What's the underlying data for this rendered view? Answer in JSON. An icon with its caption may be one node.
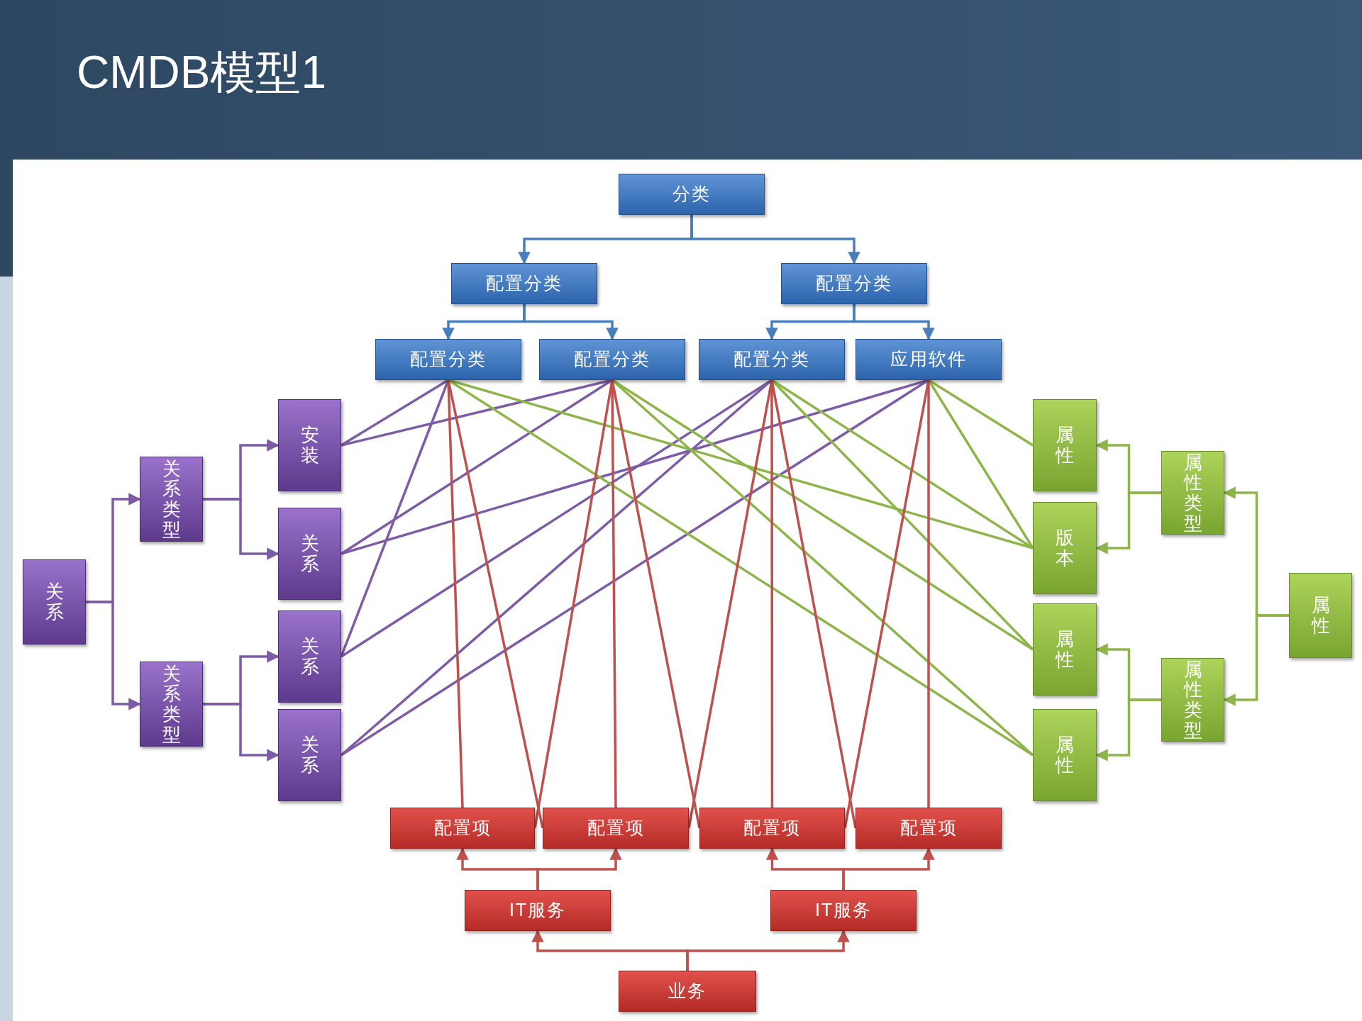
{
  "diagram": {
    "title": "CMDB模型1",
    "nodes": [
      {
        "text": [
          "分类"
        ]
      },
      {
        "text": [
          "配置分类"
        ]
      },
      {
        "text": [
          "配置分类"
        ]
      },
      {
        "text": [
          "配置分类"
        ]
      },
      {
        "text": [
          "配置分类"
        ]
      },
      {
        "text": [
          "配置分类"
        ]
      },
      {
        "text": [
          "应用软件"
        ]
      },
      {
        "text": [
          "关系"
        ]
      },
      {
        "text": [
          "关系类型"
        ]
      },
      {
        "text": [
          "关系类型"
        ]
      },
      {
        "text": [
          "安装"
        ]
      },
      {
        "text": [
          "关系"
        ]
      },
      {
        "text": [
          "关系"
        ]
      },
      {
        "text": [
          "关系"
        ]
      },
      {
        "text": [
          "属性"
        ]
      },
      {
        "text": [
          "版本"
        ]
      },
      {
        "text": [
          "属性"
        ]
      },
      {
        "text": [
          "属性"
        ]
      },
      {
        "text": [
          "属性类型"
        ]
      },
      {
        "text": [
          "属性类型"
        ]
      },
      {
        "text": [
          "属性"
        ]
      },
      {
        "text": [
          "配置项"
        ]
      },
      {
        "text": [
          "配置项"
        ]
      },
      {
        "text": [
          "配置项"
        ]
      },
      {
        "text": [
          "配置项"
        ]
      },
      {
        "text": [
          "IT服务"
        ]
      },
      {
        "text": [
          "IT服务"
        ]
      },
      {
        "text": [
          "业务"
        ]
      }
    ],
    "edges": [
      {
        "from": 0,
        "to": 1,
        "arrow": "to",
        "color": "#4a7ebb"
      },
      {
        "from": 0,
        "to": 2,
        "arrow": "to",
        "color": "#4a7ebb"
      },
      {
        "from": 1,
        "to": 3,
        "arrow": "to",
        "color": "#4a7ebb"
      },
      {
        "from": 1,
        "to": 4,
        "arrow": "to",
        "color": "#4a7ebb"
      },
      {
        "from": 2,
        "to": 5,
        "arrow": "to",
        "color": "#4a7ebb"
      },
      {
        "from": 2,
        "to": 6,
        "arrow": "to",
        "color": "#4a7ebb"
      },
      {
        "from": 7,
        "to": 8,
        "arrow": "to",
        "color": "#7d5ba6"
      },
      {
        "from": 7,
        "to": 9,
        "arrow": "to",
        "color": "#7d5ba6"
      },
      {
        "from": 8,
        "to": 10,
        "arrow": "to",
        "color": "#7d5ba6"
      },
      {
        "from": 8,
        "to": 11,
        "arrow": "to",
        "color": "#7d5ba6"
      },
      {
        "from": 9,
        "to": 12,
        "arrow": "to",
        "color": "#7d5ba6"
      },
      {
        "from": 9,
        "to": 13,
        "arrow": "to",
        "color": "#7d5ba6"
      },
      {
        "from": 20,
        "to": 18,
        "arrow": "to",
        "color": "#8db54a"
      },
      {
        "from": 20,
        "to": 19,
        "arrow": "to",
        "color": "#8db54a"
      },
      {
        "from": 18,
        "to": 14,
        "arrow": "to",
        "color": "#8db54a"
      },
      {
        "from": 18,
        "to": 15,
        "arrow": "to",
        "color": "#8db54a"
      },
      {
        "from": 19,
        "to": 16,
        "arrow": "to",
        "color": "#8db54a"
      },
      {
        "from": 19,
        "to": 17,
        "arrow": "to",
        "color": "#8db54a"
      },
      {
        "from": 27,
        "to": 25,
        "arrow": "to",
        "color": "#c0504d"
      },
      {
        "from": 27,
        "to": 26,
        "arrow": "to",
        "color": "#c0504d"
      },
      {
        "from": 25,
        "to": 21,
        "arrow": "to",
        "color": "#c0504d"
      },
      {
        "from": 25,
        "to": 22,
        "arrow": "to",
        "color": "#c0504d"
      },
      {
        "from": 26,
        "to": 23,
        "arrow": "to",
        "color": "#c0504d"
      },
      {
        "from": 26,
        "to": 24,
        "arrow": "to",
        "color": "#c0504d"
      },
      {
        "from": 3,
        "to": 10,
        "arrow": "none",
        "color": "#7d5ba6"
      },
      {
        "from": 4,
        "to": 10,
        "arrow": "none",
        "color": "#7d5ba6"
      },
      {
        "from": 4,
        "to": 11,
        "arrow": "none",
        "color": "#7d5ba6"
      },
      {
        "from": 6,
        "to": 11,
        "arrow": "none",
        "color": "#7d5ba6"
      },
      {
        "from": 3,
        "to": 12,
        "arrow": "none",
        "color": "#7d5ba6"
      },
      {
        "from": 5,
        "to": 12,
        "arrow": "none",
        "color": "#7d5ba6"
      },
      {
        "from": 5,
        "to": 13,
        "arrow": "none",
        "color": "#7d5ba6"
      },
      {
        "from": 6,
        "to": 13,
        "arrow": "none",
        "color": "#7d5ba6"
      },
      {
        "from": 6,
        "to": 14,
        "arrow": "none",
        "color": "#8db54a"
      },
      {
        "from": 3,
        "to": 15,
        "arrow": "none",
        "color": "#8db54a"
      },
      {
        "from": 5,
        "to": 15,
        "arrow": "none",
        "color": "#8db54a"
      },
      {
        "from": 6,
        "to": 15,
        "arrow": "none",
        "color": "#8db54a"
      },
      {
        "from": 4,
        "to": 16,
        "arrow": "none",
        "color": "#8db54a"
      },
      {
        "from": 5,
        "to": 16,
        "arrow": "none",
        "color": "#8db54a"
      },
      {
        "from": 3,
        "to": 17,
        "arrow": "none",
        "color": "#8db54a"
      },
      {
        "from": 4,
        "to": 17,
        "arrow": "none",
        "color": "#8db54a"
      },
      {
        "from": 3,
        "to": 21,
        "arrow": "none",
        "color": "#c0504d"
      },
      {
        "from": 3,
        "to": 22,
        "arrow": "none",
        "color": "#c0504d"
      },
      {
        "from": 4,
        "to": 21,
        "arrow": "none",
        "color": "#c0504d"
      },
      {
        "from": 4,
        "to": 22,
        "arrow": "none",
        "color": "#c0504d"
      },
      {
        "from": 4,
        "to": 23,
        "arrow": "none",
        "color": "#c0504d"
      },
      {
        "from": 5,
        "to": 22,
        "arrow": "none",
        "color": "#c0504d"
      },
      {
        "from": 5,
        "to": 23,
        "arrow": "none",
        "color": "#c0504d"
      },
      {
        "from": 5,
        "to": 24,
        "arrow": "none",
        "color": "#c0504d"
      },
      {
        "from": 6,
        "to": 23,
        "arrow": "none",
        "color": "#c0504d"
      },
      {
        "from": 6,
        "to": 24,
        "arrow": "none",
        "color": "#c0504d"
      }
    ]
  }
}
